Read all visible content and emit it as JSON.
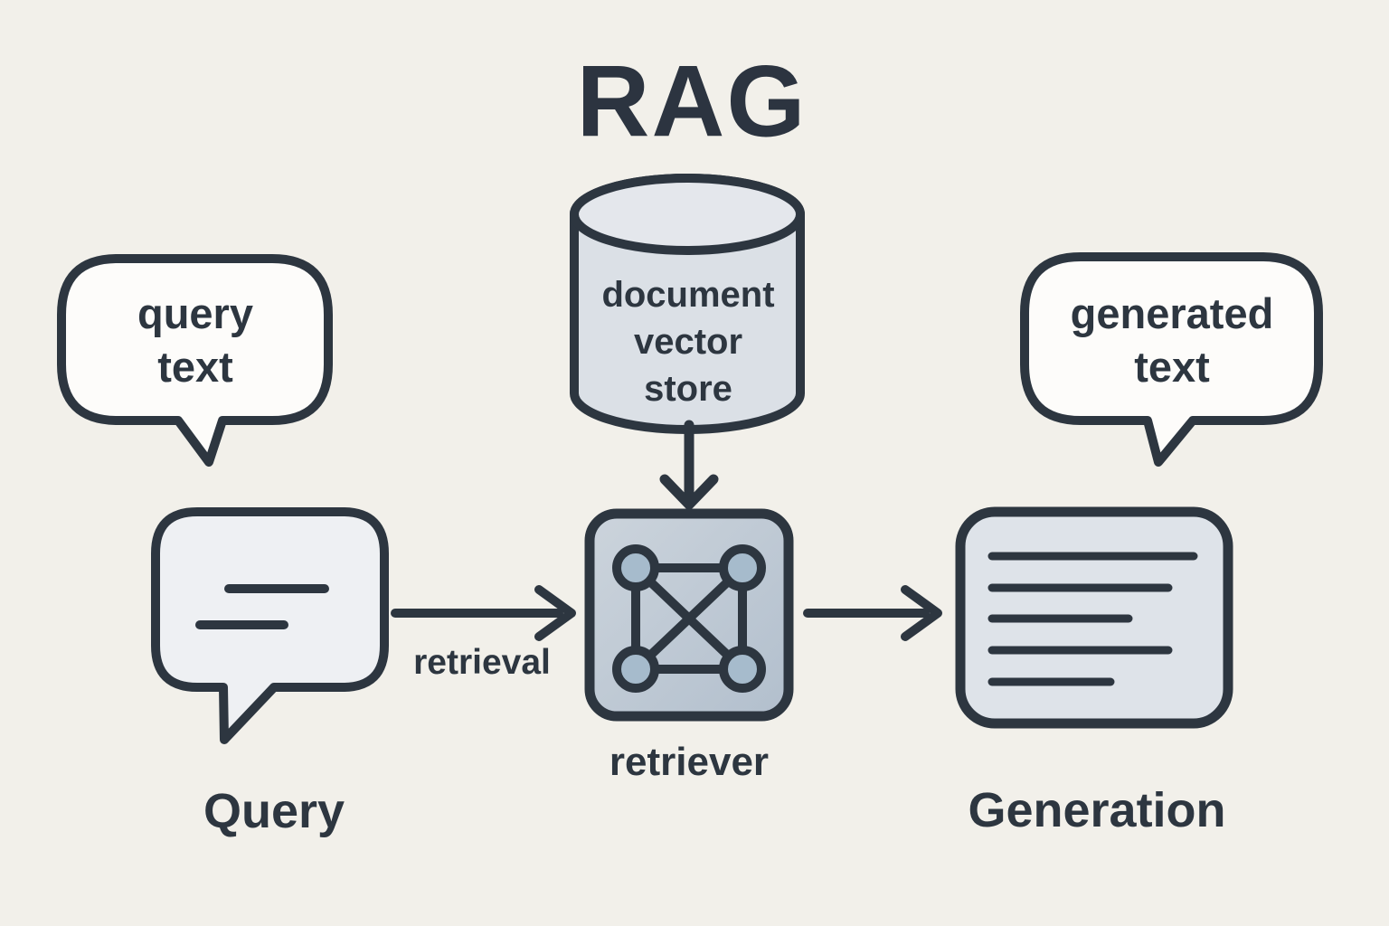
{
  "title": "RAG",
  "colors": {
    "background": "#f2f0ea",
    "ink": "#2d3640",
    "speech_bubble_fill": "#fdfcfa",
    "cylinder_fill": "#dbe0e6",
    "cylinder_top_fill": "#e4e7ec",
    "chat_bubble_fill": "#eef0f3",
    "retriever_box_fill": "#c0cad5",
    "retriever_node_fill": "#a6bbcc",
    "generation_box_fill": "#dee3e9"
  },
  "nodes": {
    "query_bubble": {
      "label": "query\ntext"
    },
    "vector_store": {
      "label": "document\nvector\nstore"
    },
    "generated_bubble": {
      "label": "generated\ntext"
    },
    "query": {
      "label": "Query"
    },
    "retriever": {
      "label": "retriever"
    },
    "generation": {
      "label": "Generation"
    }
  },
  "edges": {
    "retrieval": {
      "label": "retrieval"
    }
  }
}
